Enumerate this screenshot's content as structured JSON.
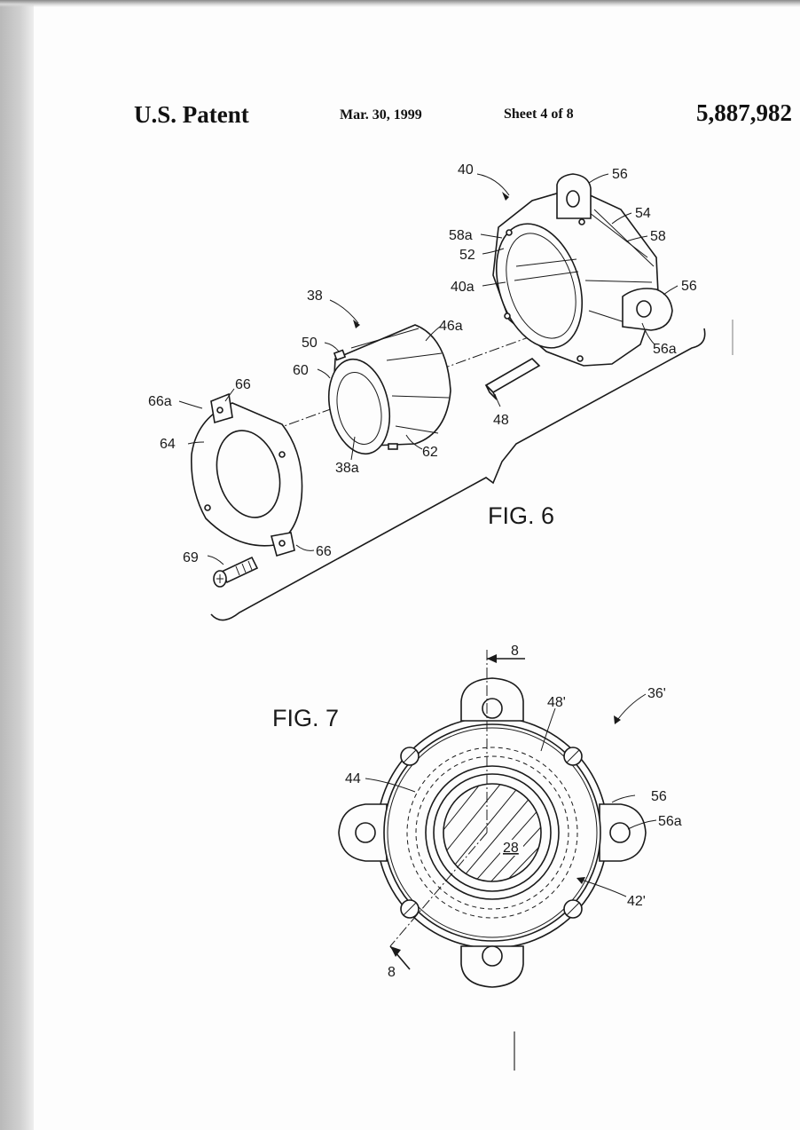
{
  "header": {
    "title": "U.S. Patent",
    "date": "Mar. 30, 1999",
    "sheet": "Sheet 4 of 8",
    "patent_number": "5,887,982"
  },
  "fig6": {
    "caption": "FIG. 6",
    "labels": {
      "n40": "40",
      "n56_top": "56",
      "n54": "54",
      "n58": "58",
      "n58a": "58a",
      "n52": "52",
      "n40a": "40a",
      "n56_right": "56",
      "n56a": "56a",
      "n38": "38",
      "n46a": "46a",
      "n50": "50",
      "n60": "60",
      "n62": "62",
      "n38a": "38a",
      "n48": "48",
      "n66_top": "66",
      "n66a": "66a",
      "n64": "64",
      "n69": "69",
      "n66_bottom": "66"
    }
  },
  "fig7": {
    "caption": "FIG. 7",
    "labels": {
      "n8_top": "8",
      "n8_bottom": "8",
      "n36p": "36'",
      "n48p": "48'",
      "n44": "44",
      "n56": "56",
      "n56a": "56a",
      "n28": "28",
      "n42p": "42'"
    }
  }
}
